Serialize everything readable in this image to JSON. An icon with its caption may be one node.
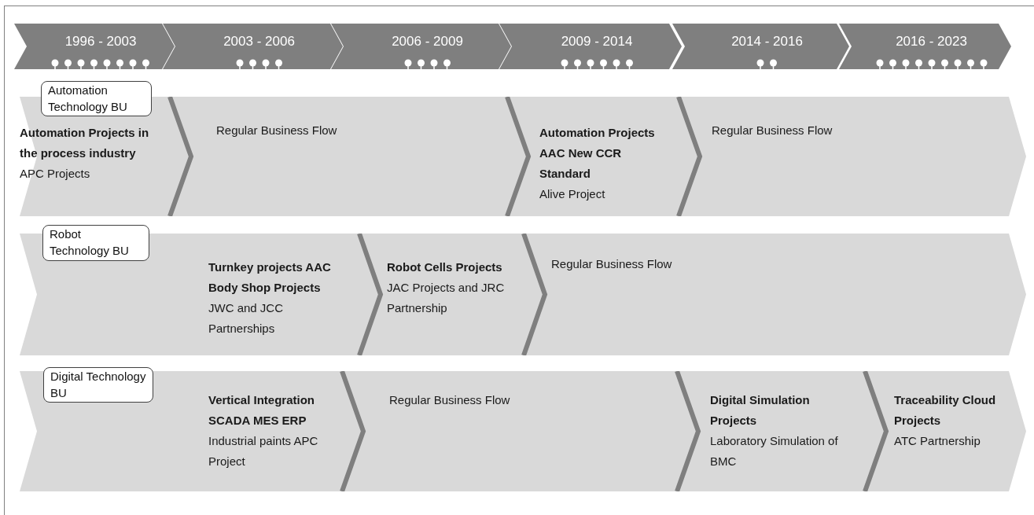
{
  "diagram": {
    "nodes": [
      {
        "text": [
          "1996 - 2003"
        ]
      },
      {
        "text": [
          "2003 - 2006"
        ]
      },
      {
        "text": [
          "2006 - 2009"
        ]
      },
      {
        "text": [
          "2009 - 2014"
        ]
      },
      {
        "text": [
          "2014 - 2016"
        ]
      },
      {
        "text": [
          "2016 - 2023"
        ]
      },
      {
        "text": [
          "Automation Technology BU"
        ]
      },
      {
        "text": [],
        "shape": "bar"
      },
      {
        "text": [
          "Automation Projects in the process industry",
          "APC Projects"
        ],
        "in": 7
      },
      {
        "text": [
          "Regular Business Flow"
        ],
        "in": 7
      },
      {
        "text": [
          "Automation Projects AAC New CCR Standard",
          "Alive Project"
        ],
        "in": 7
      },
      {
        "text": [
          "Regular Business Flow"
        ],
        "in": 7
      },
      {
        "text": [
          "Robot Technology BU"
        ]
      },
      {
        "text": [],
        "shape": "bar"
      },
      {
        "text": [
          "Turnkey projects AAC Body Shop Projects",
          "JWC and JCC Partnerships"
        ],
        "in": 13
      },
      {
        "text": [
          "Robot Cells Projects",
          "JAC Projects and JRC Partnership"
        ],
        "in": 13
      },
      {
        "text": [
          "Regular Business Flow"
        ],
        "in": 13
      },
      {
        "text": [
          "Digital Technology BU"
        ]
      },
      {
        "text": [],
        "shape": "bar"
      },
      {
        "text": [
          "Vertical Integration SCADA MES ERP",
          "Industrial paints APC Project"
        ],
        "in": 18
      },
      {
        "text": [
          "Regular Business Flow"
        ],
        "in": 18
      },
      {
        "text": [
          "Digital Simulation Projects",
          "Laboratory Simulation of BMC"
        ],
        "in": 18
      },
      {
        "text": [
          "Traceability Cloud Projects",
          "ATC Partnership"
        ],
        "in": 18
      }
    ]
  }
}
